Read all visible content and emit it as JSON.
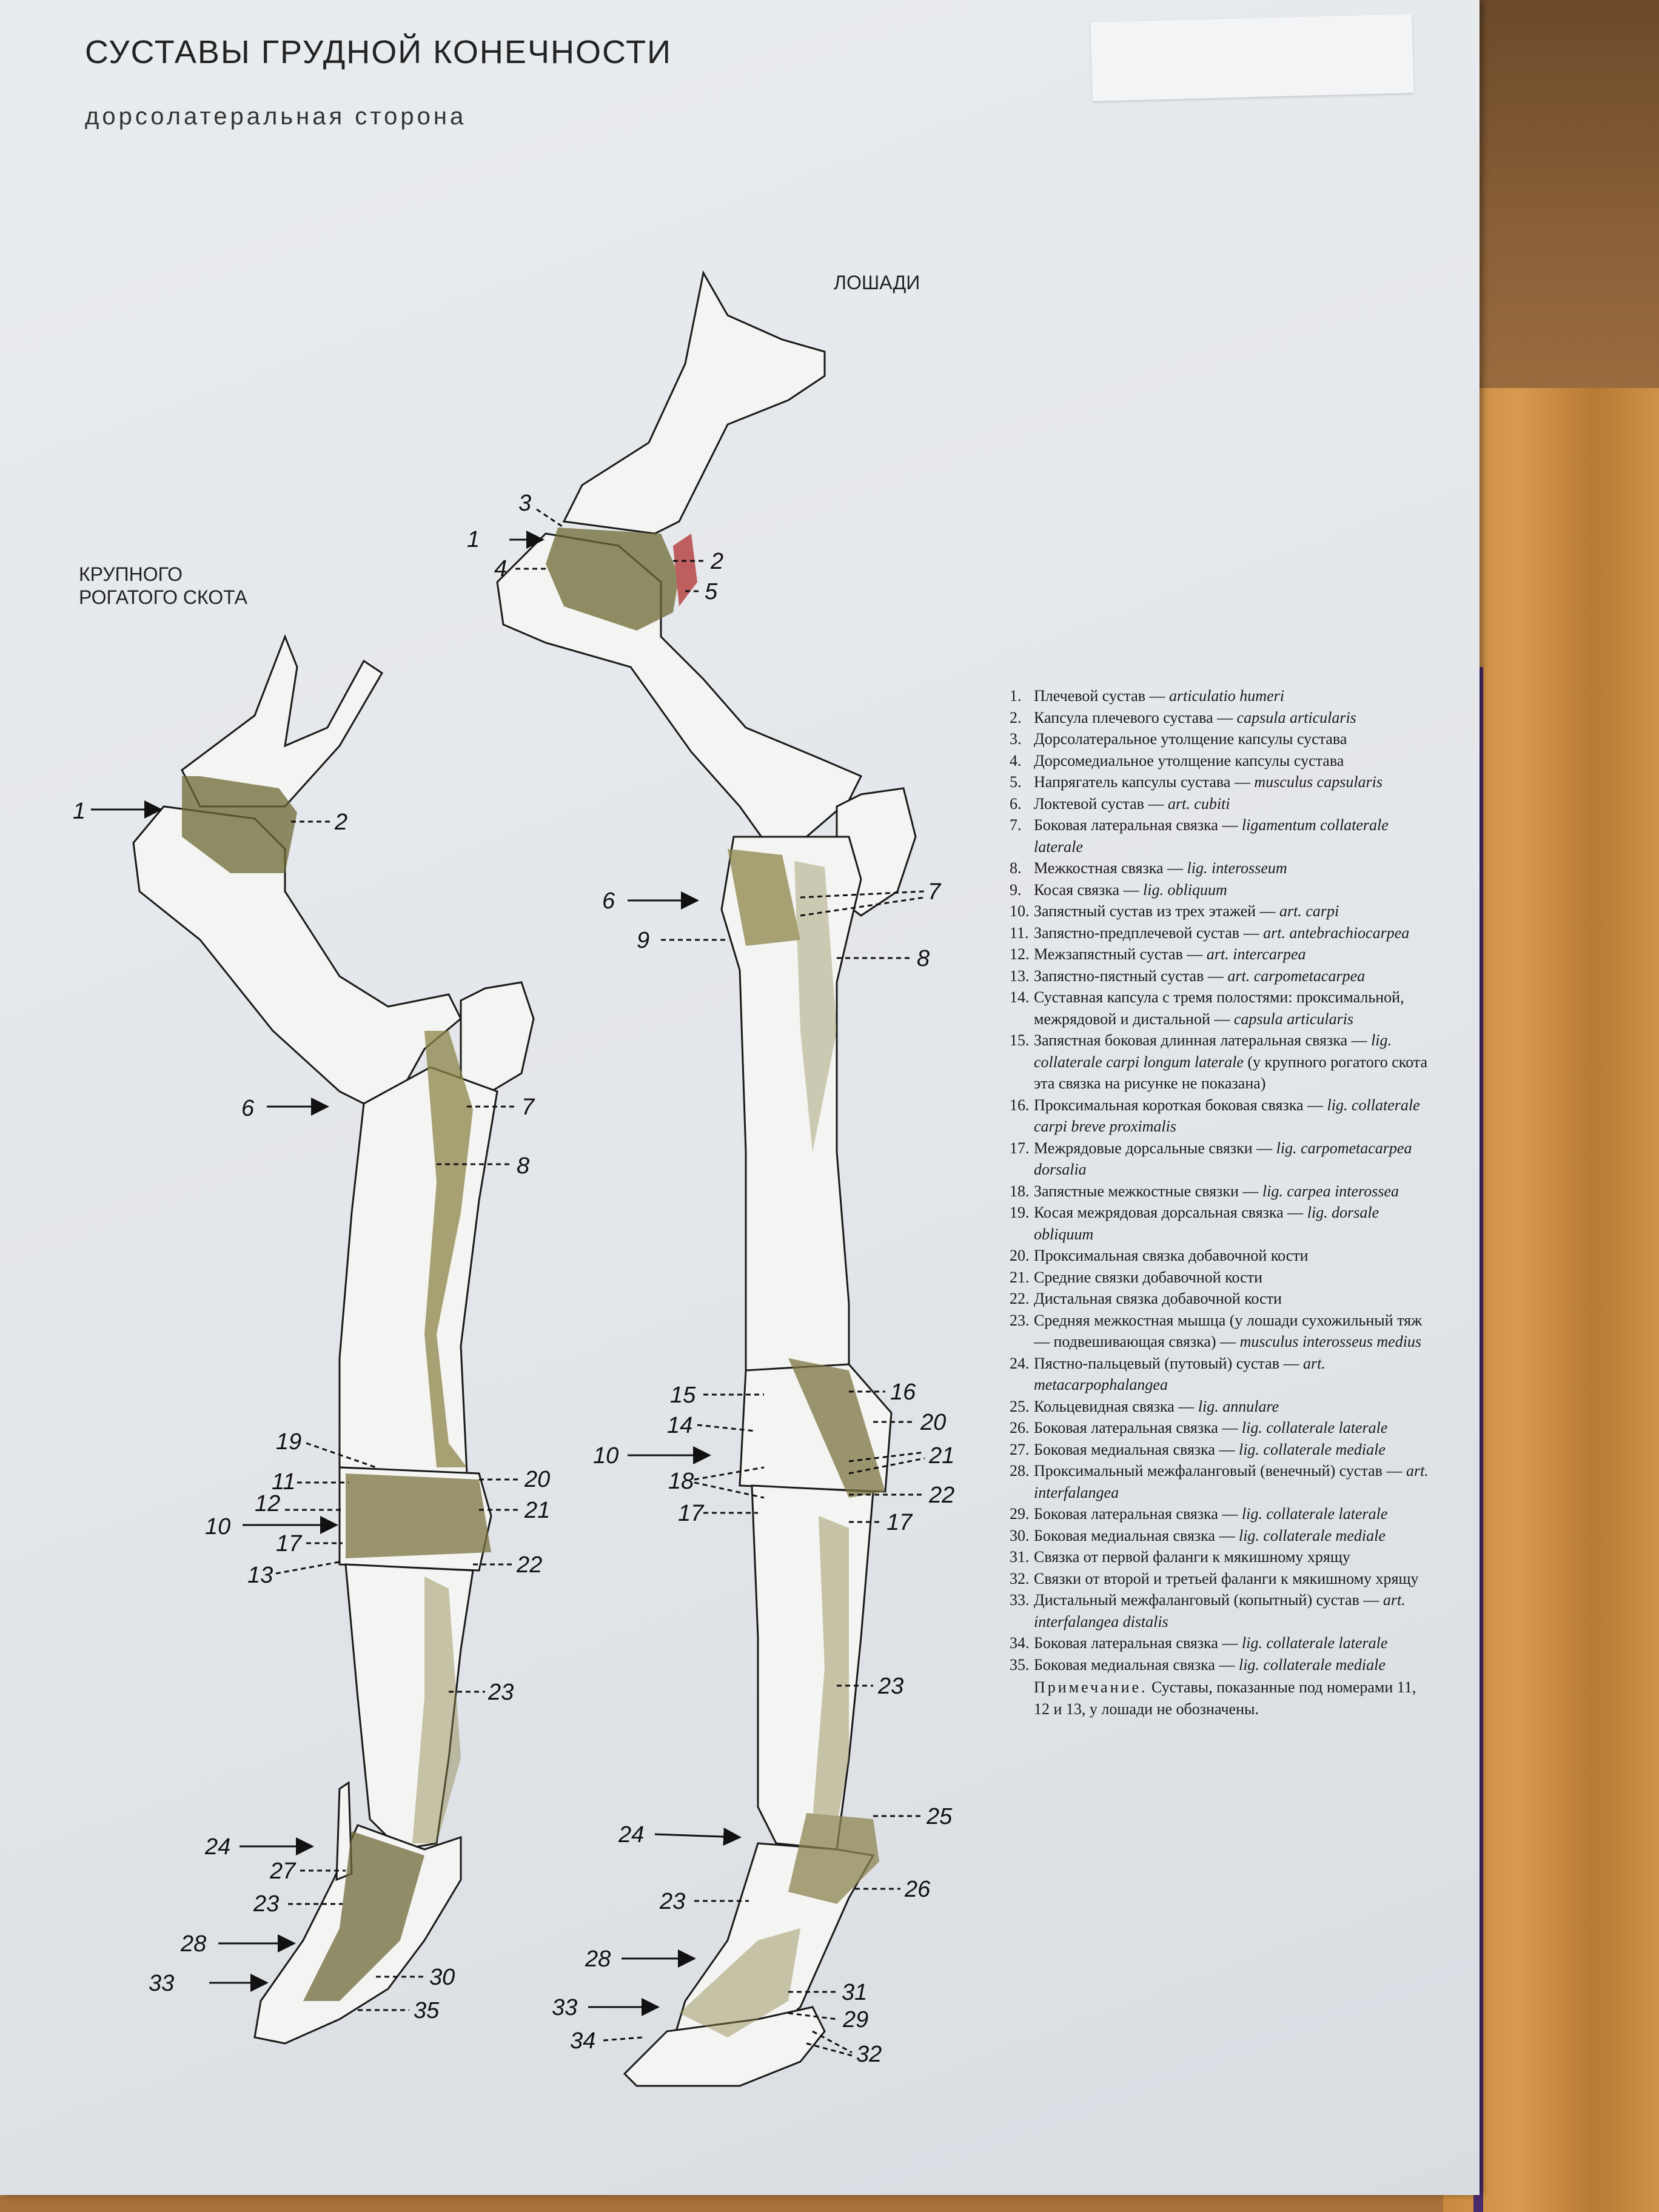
{
  "title": "СУСТАВЫ ГРУДНОЙ КОНЕЧНОСТИ",
  "subtitle": "дорсолатеральная сторона",
  "horse_label": "ЛОШАДИ",
  "cattle_label": [
    "КРУПНОГО",
    "РОГАТОГО СКОТА"
  ],
  "legend": [
    {
      "n": "1.",
      "ru": "Плечевой сустав — ",
      "lat": "articulatio humeri"
    },
    {
      "n": "2.",
      "ru": "Капсула плечевого сустава — ",
      "lat": "capsula articularis"
    },
    {
      "n": "3.",
      "ru": "Дорсолатеральное утолщение капсулы сустава",
      "lat": ""
    },
    {
      "n": "4.",
      "ru": "Дорсомедиальное утолщение капсулы сустава",
      "lat": ""
    },
    {
      "n": "5.",
      "ru": "Напрягатель капсулы сустава — ",
      "lat": "musculus capsularis"
    },
    {
      "n": "6.",
      "ru": "Локтевой сустав — ",
      "lat": "art. cubiti"
    },
    {
      "n": "7.",
      "ru": "Боковая латеральная связка — ",
      "lat": "ligamentum collaterale laterale"
    },
    {
      "n": "8.",
      "ru": "Межкостная связка — ",
      "lat": "lig. interosseum"
    },
    {
      "n": "9.",
      "ru": "Косая связка — ",
      "lat": "lig. obliquum"
    },
    {
      "n": "10.",
      "ru": "Запястный сустав из трех этажей — ",
      "lat": "art. carpi"
    },
    {
      "n": "11.",
      "ru": "Запястно-предплечевой сустав — ",
      "lat": "art. antebrachiocarpea"
    },
    {
      "n": "12.",
      "ru": "Межзапястный сустав — ",
      "lat": "art. intercarpea"
    },
    {
      "n": "13.",
      "ru": "Запястно-пястный сустав — ",
      "lat": "art. carpometacarpea"
    },
    {
      "n": "14.",
      "ru": "Суставная капсула с тремя полостями: проксимальной, межрядовой и дистальной — ",
      "lat": "capsula articularis"
    },
    {
      "n": "15.",
      "ru": "Запястная боковая длинная латеральная связка — ",
      "lat": "lig. collaterale carpi longum laterale",
      "ru2": " (у крупного рогатого скота эта связка на рисунке не показана)"
    },
    {
      "n": "16.",
      "ru": "Проксимальная короткая боковая связка — ",
      "lat": "lig. collaterale carpi breve proximalis"
    },
    {
      "n": "17.",
      "ru": "Межрядовые дорсальные связки — ",
      "lat": "lig. carpometacarpea dorsalia"
    },
    {
      "n": "18.",
      "ru": "Запястные межкостные связки — ",
      "lat": "lig. carpea interossea"
    },
    {
      "n": "19.",
      "ru": "Косая межрядовая дорсальная связка — ",
      "lat": "lig. dorsale obliquum"
    },
    {
      "n": "20.",
      "ru": "Проксимальная связка добавочной кости",
      "lat": ""
    },
    {
      "n": "21.",
      "ru": "Средние связки добавочной кости",
      "lat": ""
    },
    {
      "n": "22.",
      "ru": "Дистальная связка добавочной кости",
      "lat": ""
    },
    {
      "n": "23.",
      "ru": "Средняя межкостная мышца (у лошади сухожильный тяж — подвешивающая связка) — ",
      "lat": "musculus interosseus medius"
    },
    {
      "n": "24.",
      "ru": "Пястно-пальцевый (путовый) сустав — ",
      "lat": "art. metacarpophalangea"
    },
    {
      "n": "25.",
      "ru": "Кольцевидная связка — ",
      "lat": "lig. annulare"
    },
    {
      "n": "26.",
      "ru": "Боковая латеральная связка — ",
      "lat": "lig. collaterale laterale"
    },
    {
      "n": "27.",
      "ru": "Боковая медиальная связка — ",
      "lat": "lig. collaterale mediale"
    },
    {
      "n": "28.",
      "ru": "Проксимальный межфаланговый (венечный) сустав — ",
      "lat": "art. interfalangea"
    },
    {
      "n": "29.",
      "ru": "Боковая латеральная связка — ",
      "lat": "lig. collaterale laterale"
    },
    {
      "n": "30.",
      "ru": "Боковая медиальная связка — ",
      "lat": "lig. collaterale mediale"
    },
    {
      "n": "31.",
      "ru": "Связка от первой фаланги к мякишному хрящу",
      "lat": ""
    },
    {
      "n": "32.",
      "ru": "Связки от второй и третьей фаланги к мякишному хрящу",
      "lat": ""
    },
    {
      "n": "33.",
      "ru": "Дистальный межфаланговый (копытный) сустав — ",
      "lat": "art. interfalangea distalis"
    },
    {
      "n": "34.",
      "ru": "Боковая латеральная связка — ",
      "lat": "lig. collaterale laterale"
    },
    {
      "n": "35.",
      "ru": "Боковая медиальная связка — ",
      "lat": "lig. collaterale mediale"
    }
  ],
  "note": {
    "title": "Примечание.",
    "text": " Суставы, показанные под номерами 11, 12 и 13, у лошади не обозначены."
  },
  "cattle_numbers": [
    "1",
    "2",
    "6",
    "7",
    "8",
    "19",
    "20",
    "11",
    "21",
    "12",
    "10",
    "17",
    "13",
    "22",
    "23",
    "24",
    "27",
    "23",
    "28",
    "33",
    "30",
    "35"
  ],
  "horse_numbers": [
    "3",
    "1",
    "2",
    "4",
    "5",
    "6",
    "7",
    "9",
    "8",
    "15",
    "16",
    "14",
    "20",
    "10",
    "21",
    "18",
    "22",
    "17",
    "17",
    "23",
    "24",
    "25",
    "23",
    "26",
    "28",
    "31",
    "33",
    "29",
    "34",
    "32"
  ]
}
